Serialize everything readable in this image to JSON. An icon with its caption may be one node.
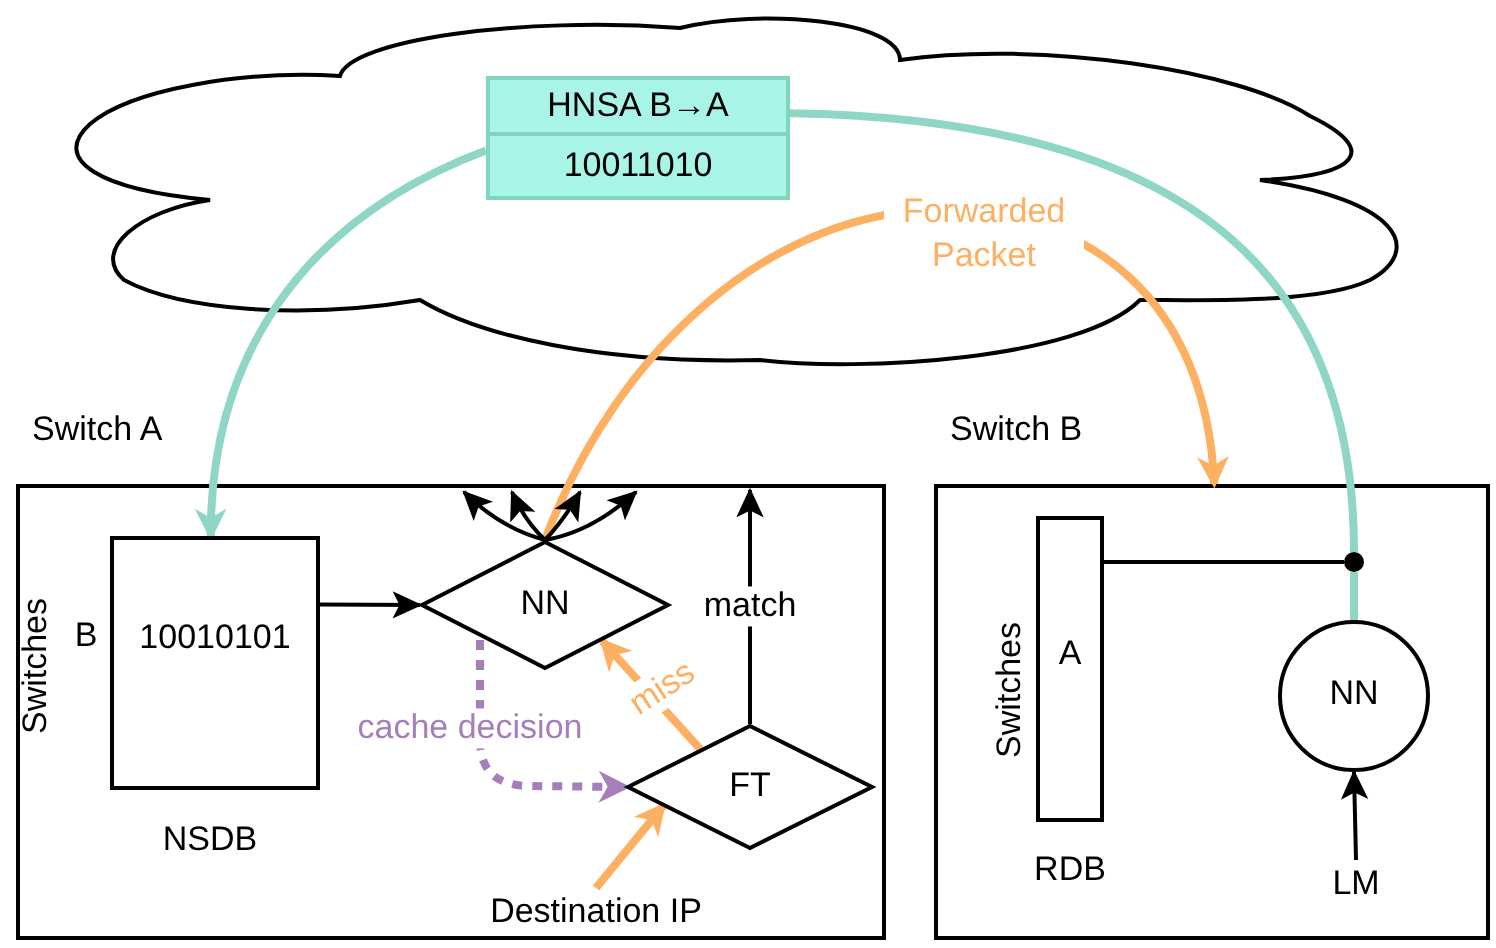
{
  "diagram": {
    "nodes": [
      {
        "text": [],
        "shape": "cloud"
      },
      {
        "text": [
          "HNSA B→A",
          "10011010"
        ],
        "in": 0
      },
      {
        "text": [
          "Switch A"
        ]
      },
      {
        "text": [
          "10010101"
        ],
        "beside": [
          "Switches",
          "B",
          "NSDB"
        ],
        "in": 2
      },
      {
        "text": [
          "NN"
        ],
        "in": 2
      },
      {
        "text": [
          "FT"
        ],
        "in": 2
      },
      {
        "text": [
          "Destination IP"
        ],
        "in": 2
      },
      {
        "text": [
          "Switch B"
        ]
      },
      {
        "text": [
          "A"
        ],
        "beside": [
          "Switches",
          "RDB"
        ],
        "in": 7
      },
      {
        "text": [
          "NN"
        ],
        "in": 7
      },
      {
        "text": [
          "LM"
        ],
        "in": 7
      },
      {
        "text": [],
        "shape": "circle",
        "in": 7
      }
    ],
    "edges": [
      {
        "from": 1,
        "to": 3,
        "arrow": "to",
        "style": "thick",
        "color": "#8fd6c6"
      },
      {
        "from": 1,
        "to": 11,
        "arrow": "none",
        "style": "thick",
        "color": "#8fd6c6"
      },
      {
        "from": 11,
        "to": 9,
        "arrow": "none",
        "style": "thick",
        "color": "#8fd6c6"
      },
      {
        "from": 8,
        "to": 11,
        "arrow": "none"
      },
      {
        "from": 3,
        "to": 4,
        "arrow": "to"
      },
      {
        "from": 4,
        "to": 7,
        "arrow": "to",
        "label": "Forwarded Packet",
        "style": "thick",
        "color": "#fdb062"
      },
      {
        "from": 4,
        "to": null,
        "arrow": "to"
      },
      {
        "from": 4,
        "to": null,
        "arrow": "to"
      },
      {
        "from": 4,
        "to": null,
        "arrow": "to"
      },
      {
        "from": 4,
        "to": null,
        "arrow": "to"
      },
      {
        "from": 5,
        "to": null,
        "arrow": "to",
        "label": "match"
      },
      {
        "from": 5,
        "to": 4,
        "arrow": "to",
        "label": "miss",
        "style": "thick",
        "color": "#fdb062"
      },
      {
        "from": 4,
        "to": 5,
        "arrow": "to",
        "label": "cache decision",
        "style": "dashed",
        "color": "#a47fba"
      },
      {
        "from": 6,
        "to": 5,
        "arrow": "to",
        "style": "thick",
        "color": "#fdb062"
      },
      {
        "from": 10,
        "to": 9,
        "arrow": "to"
      }
    ]
  }
}
